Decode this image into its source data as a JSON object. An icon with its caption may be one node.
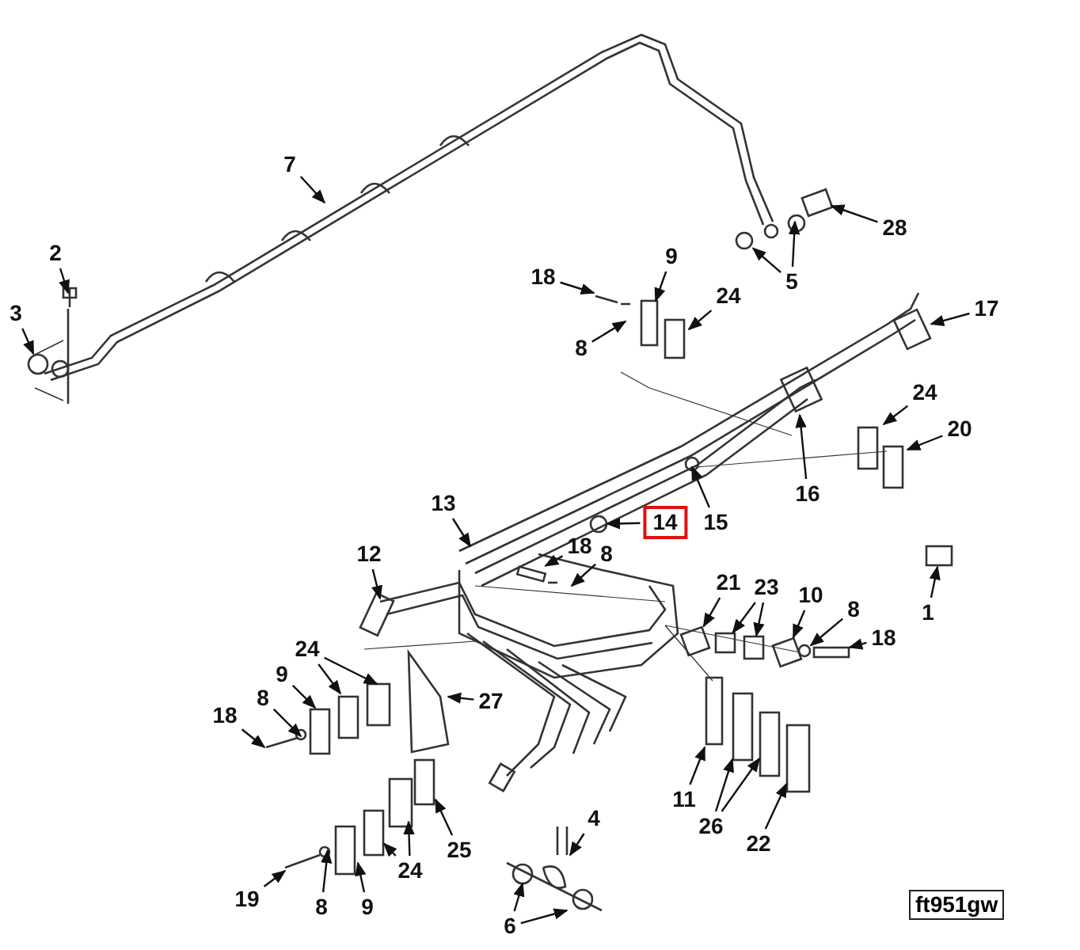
{
  "diagram": {
    "nodes": [
      {
        "text": [
          "7"
        ]
      },
      {
        "text": [
          "2"
        ]
      },
      {
        "text": [
          "3"
        ]
      },
      {
        "text": [
          "28"
        ]
      },
      {
        "text": [
          "5"
        ]
      },
      {
        "text": [
          "18"
        ]
      },
      {
        "text": [
          "9"
        ]
      },
      {
        "text": [
          "24"
        ]
      },
      {
        "text": [
          "8"
        ]
      },
      {
        "text": [
          "17"
        ]
      },
      {
        "text": [
          "24"
        ]
      },
      {
        "text": [
          "20"
        ]
      },
      {
        "text": [
          "16"
        ]
      },
      {
        "text": [
          "15"
        ]
      },
      {
        "text": [
          "14"
        ]
      },
      {
        "text": [
          "13"
        ]
      },
      {
        "text": [
          "12"
        ]
      },
      {
        "text": [
          "18"
        ]
      },
      {
        "text": [
          "8"
        ]
      },
      {
        "text": [
          "21"
        ]
      },
      {
        "text": [
          "23"
        ]
      },
      {
        "text": [
          "10"
        ]
      },
      {
        "text": [
          "8"
        ]
      },
      {
        "text": [
          "18"
        ]
      },
      {
        "text": [
          "1"
        ]
      },
      {
        "text": [
          "24"
        ]
      },
      {
        "text": [
          "9"
        ]
      },
      {
        "text": [
          "8"
        ]
      },
      {
        "text": [
          "27"
        ]
      },
      {
        "text": [
          "18"
        ]
      },
      {
        "text": [
          "11"
        ]
      },
      {
        "text": [
          "26"
        ]
      },
      {
        "text": [
          "22"
        ]
      },
      {
        "text": [
          "4"
        ]
      },
      {
        "text": [
          "25"
        ]
      },
      {
        "text": [
          "24"
        ]
      },
      {
        "text": [
          "6"
        ]
      },
      {
        "text": [
          "19"
        ]
      },
      {
        "text": [
          "8"
        ]
      },
      {
        "text": [
          "9"
        ]
      },
      {
        "text": [],
        "shape": "circle"
      },
      {
        "text": [],
        "shape": "circle"
      },
      {
        "text": [],
        "shape": "box"
      },
      {
        "text": [],
        "shape": "circle"
      },
      {
        "text": [],
        "shape": "box"
      },
      {
        "text": [],
        "shape": "box"
      },
      {
        "text": [],
        "shape": "circle"
      },
      {
        "text": [],
        "shape": "box"
      },
      {
        "text": [],
        "shape": "box"
      },
      {
        "text": [],
        "shape": "box"
      },
      {
        "text": [],
        "shape": "box"
      },
      {
        "text": [],
        "shape": "box"
      },
      {
        "text": [],
        "shape": "box"
      },
      {
        "text": [],
        "shape": "box"
      },
      {
        "text": [],
        "shape": "box"
      }
    ],
    "edges": [
      {
        "from": 0,
        "to": null,
        "arrow": "to"
      },
      {
        "from": 1,
        "to": null,
        "arrow": "to"
      },
      {
        "from": 2,
        "to": 40,
        "arrow": "to"
      },
      {
        "from": 3,
        "to": null,
        "arrow": "to"
      },
      {
        "from": 4,
        "to": 41,
        "arrow": "to"
      },
      {
        "from": 4,
        "to": null,
        "arrow": "to"
      },
      {
        "from": 5,
        "to": null,
        "arrow": "to"
      },
      {
        "from": 6,
        "to": null,
        "arrow": "to"
      },
      {
        "from": 7,
        "to": null,
        "arrow": "to"
      },
      {
        "from": 8,
        "to": null,
        "arrow": "to"
      },
      {
        "from": 9,
        "to": 42,
        "arrow": "to"
      },
      {
        "from": 10,
        "to": null,
        "arrow": "to"
      },
      {
        "from": 11,
        "to": null,
        "arrow": "to"
      },
      {
        "from": 12,
        "to": null,
        "arrow": "to"
      },
      {
        "from": 13,
        "to": null,
        "arrow": "to"
      },
      {
        "from": 14,
        "to": 43,
        "arrow": "to"
      },
      {
        "from": 15,
        "to": null,
        "arrow": "to"
      },
      {
        "from": 16,
        "to": null,
        "arrow": "to"
      },
      {
        "from": 17,
        "to": 44,
        "arrow": "to"
      },
      {
        "from": 18,
        "to": null,
        "arrow": "to"
      },
      {
        "from": 19,
        "to": 51,
        "arrow": "to"
      },
      {
        "from": 20,
        "to": 45,
        "arrow": "to"
      },
      {
        "from": 20,
        "to": 52,
        "arrow": "to"
      },
      {
        "from": 21,
        "to": 53,
        "arrow": "to"
      },
      {
        "from": 22,
        "to": 46,
        "arrow": "to"
      },
      {
        "from": 23,
        "to": 47,
        "arrow": "to"
      },
      {
        "from": 24,
        "to": null,
        "arrow": "to"
      },
      {
        "from": 25,
        "to": null,
        "arrow": "to"
      },
      {
        "from": 25,
        "to": null,
        "arrow": "to"
      },
      {
        "from": 26,
        "to": null,
        "arrow": "to"
      },
      {
        "from": 27,
        "to": null,
        "arrow": "to"
      },
      {
        "from": 28,
        "to": null,
        "arrow": "to"
      },
      {
        "from": 29,
        "to": null,
        "arrow": "to"
      },
      {
        "from": 30,
        "to": null,
        "arrow": "to"
      },
      {
        "from": 31,
        "to": 48,
        "arrow": "to"
      },
      {
        "from": 31,
        "to": 49,
        "arrow": "to"
      },
      {
        "from": 32,
        "to": 54,
        "arrow": "to"
      },
      {
        "from": 33,
        "to": null,
        "arrow": "to"
      },
      {
        "from": 34,
        "to": null,
        "arrow": "to"
      },
      {
        "from": 35,
        "to": 50,
        "arrow": "to"
      },
      {
        "from": 35,
        "to": null,
        "arrow": "to"
      },
      {
        "from": 36,
        "to": null,
        "arrow": "to"
      },
      {
        "from": 36,
        "to": null,
        "arrow": "to"
      },
      {
        "from": 37,
        "to": null,
        "arrow": "to"
      },
      {
        "from": 38,
        "to": null,
        "arrow": "to"
      },
      {
        "from": 39,
        "to": null,
        "arrow": "to"
      }
    ],
    "labels": [
      "ft951gw"
    ]
  }
}
